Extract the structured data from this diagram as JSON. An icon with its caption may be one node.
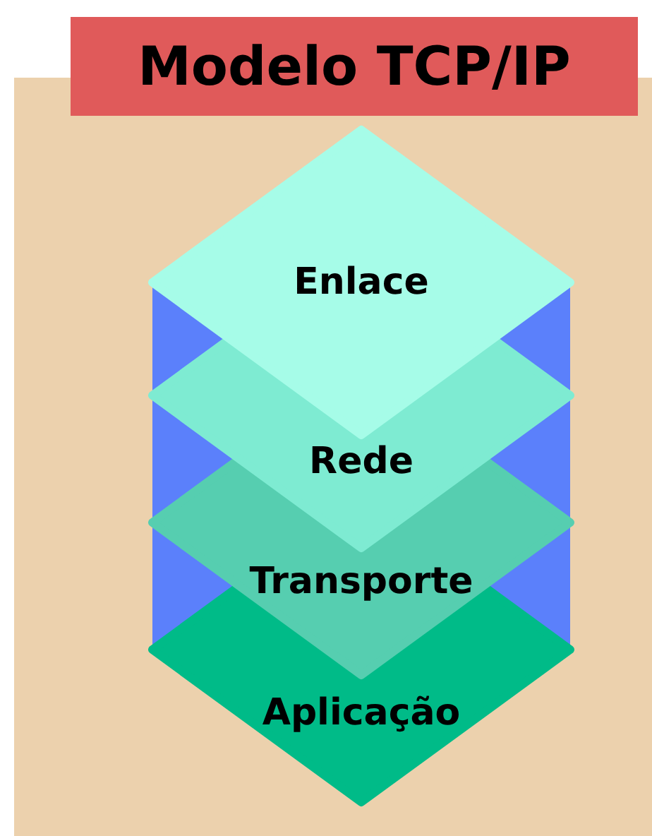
{
  "diagram": {
    "title": "Modelo TCP/IP",
    "nodes": [
      {
        "text": [
          "Enlace"
        ]
      },
      {
        "text": [
          "Rede"
        ]
      },
      {
        "text": [
          "Transporte"
        ]
      },
      {
        "text": [
          "Aplicação"
        ]
      }
    ]
  }
}
